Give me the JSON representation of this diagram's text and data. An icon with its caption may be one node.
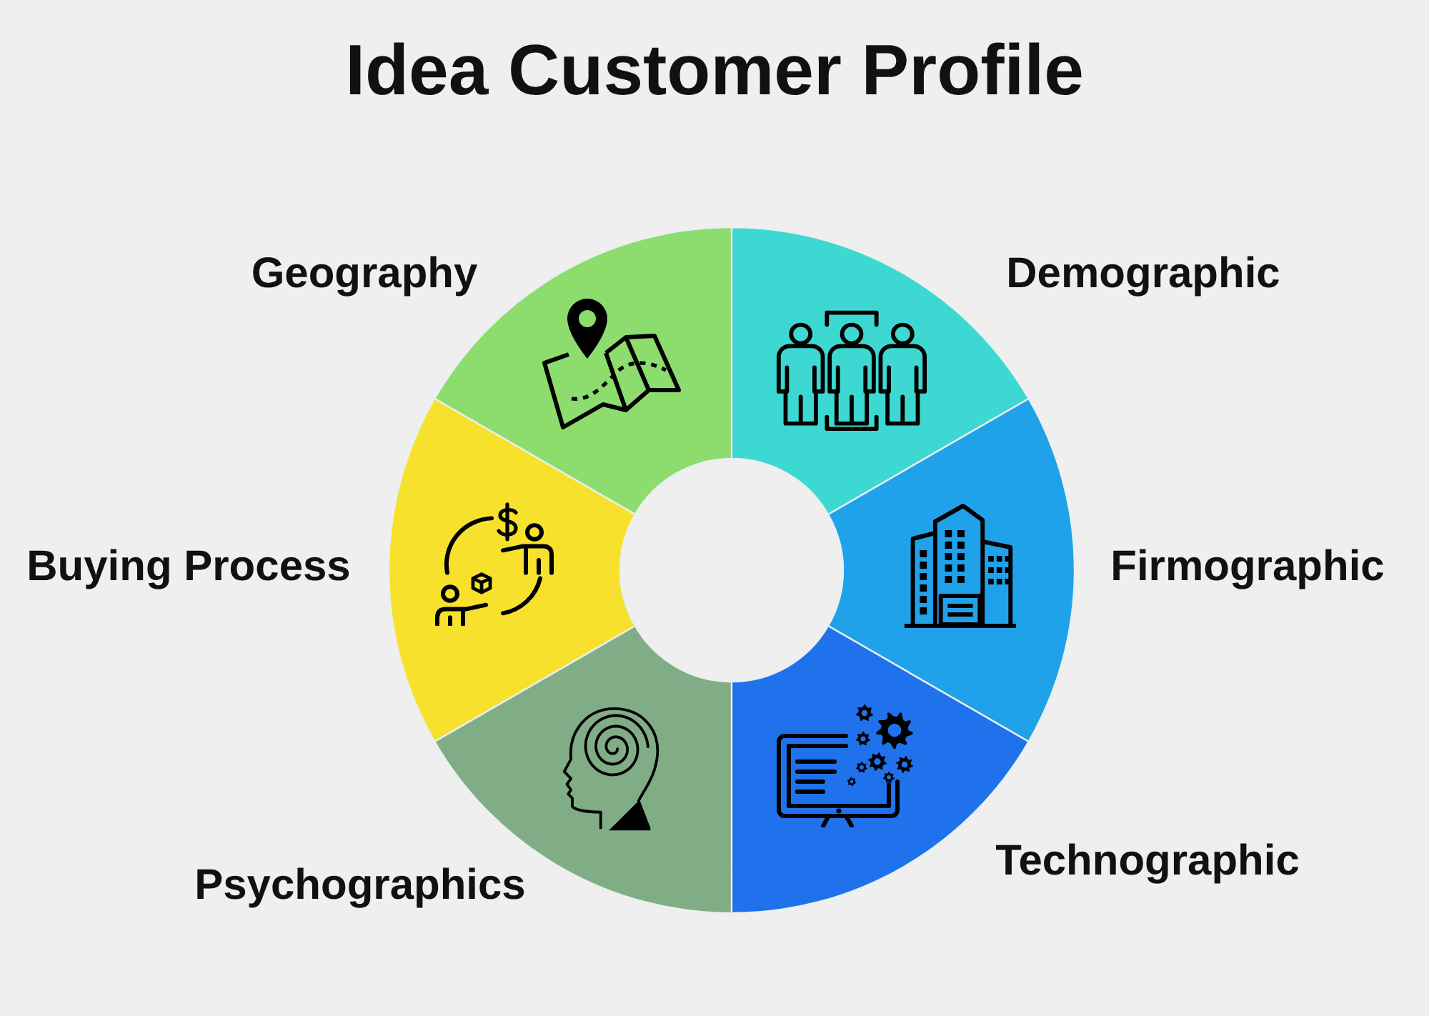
{
  "diagram": {
    "title": "Idea Customer Profile",
    "nodes": [
      {
        "text": [
          "Geography"
        ]
      },
      {
        "text": [
          "Demographic"
        ]
      },
      {
        "text": [
          "Buying Process"
        ]
      },
      {
        "text": [
          "Firmographic"
        ]
      },
      {
        "text": [
          "Technographic"
        ]
      },
      {
        "text": [
          "Psychographics"
        ]
      }
    ]
  }
}
